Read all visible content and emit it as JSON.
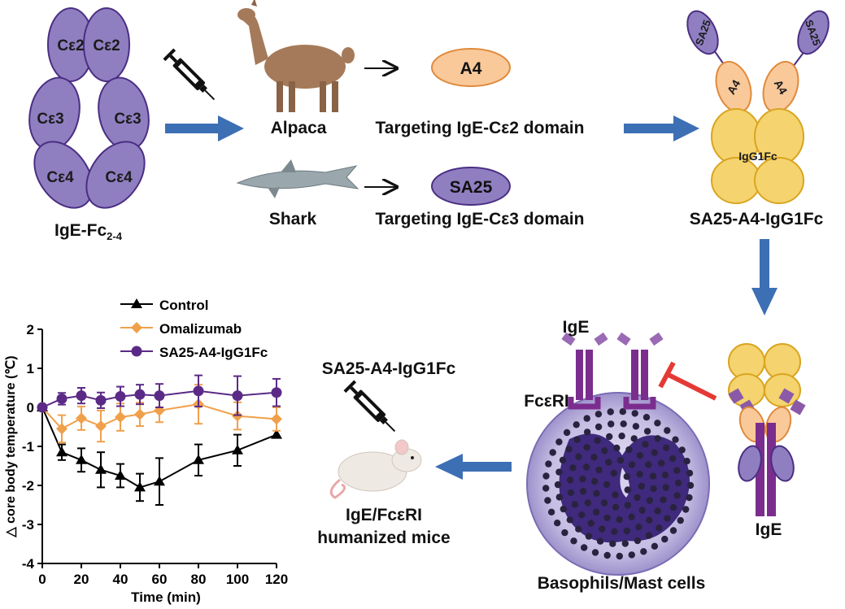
{
  "left_panel": {
    "domains": {
      "ce2": "Cε2",
      "ce3": "Cε3",
      "ce4": "Cε4"
    },
    "caption": "IgE-Fc",
    "caption_sub": "2-4"
  },
  "sources": {
    "alpaca_label": "Alpaca",
    "shark_label": "Shark",
    "nanobody_a4": "A4",
    "nanobody_sa25": "SA25",
    "target_ce2": "Targeting IgE-Cε2 domain",
    "target_ce3": "Targeting IgE-Cε3 domain"
  },
  "construct": {
    "sa25": "SA25",
    "a4": "A4",
    "fc": "IgG1Fc",
    "name": "SA25-A4-IgG1Fc"
  },
  "cell_panel": {
    "ige_top": "IgE",
    "receptor": "FcεRI",
    "cell": "Basophils/Mast cells",
    "ige_right": "IgE"
  },
  "mouse_panel": {
    "drug": "SA25-A4-IgG1Fc",
    "mice_line1": "IgE/FcεRI",
    "mice_line2": "humanized mice"
  },
  "colors": {
    "domain_fill": "#8f7fc1",
    "domain_stroke": "#4b2e83",
    "a4_fill": "#f9c99a",
    "a4_stroke": "#e08a3c",
    "fc_fill": "#f5d36e",
    "fc_stroke": "#d9a520",
    "arrow_blue": "#3d6fb4",
    "receptor_purple": "#7b2d8e",
    "cell_fill": "#cbc4e6",
    "nucleus": "#3f2a7d",
    "control": "#000000",
    "omalizumab": "#f0a04b",
    "sa25_series": "#5b2a86",
    "inhibit_red": "#e53935"
  },
  "chart_data": {
    "type": "line",
    "xlabel": "Time (min)",
    "ylabel": "△ core body temperature (℃)",
    "xlim": [
      0,
      120
    ],
    "ylim": [
      -4,
      2
    ],
    "xticks": [
      "0",
      "20",
      "40",
      "60",
      "80",
      "100",
      "120"
    ],
    "yticks": [
      "2",
      "1",
      "0",
      "-1",
      "-2",
      "-3",
      "-4"
    ],
    "legend_position": "top",
    "series": [
      {
        "name": "Control",
        "marker": "triangle",
        "color": "#000000",
        "x": [
          0,
          10,
          20,
          30,
          40,
          50,
          60,
          80,
          100,
          120
        ],
        "y": [
          0,
          -1.15,
          -1.35,
          -1.6,
          -1.75,
          -2.05,
          -1.9,
          -1.35,
          -1.1,
          -0.7
        ],
        "err": [
          0,
          0.2,
          0.3,
          0.45,
          0.3,
          0.35,
          0.6,
          0.4,
          0.4,
          0
        ]
      },
      {
        "name": "Omalizumab",
        "marker": "diamond",
        "color": "#f0a04b",
        "x": [
          0,
          10,
          20,
          30,
          40,
          50,
          60,
          80,
          100,
          120
        ],
        "y": [
          0,
          -0.55,
          -0.28,
          -0.48,
          -0.25,
          -0.18,
          -0.08,
          0.08,
          -0.22,
          -0.3
        ],
        "err": [
          0,
          0.35,
          0.3,
          0.4,
          0.35,
          0.3,
          0.3,
          0.5,
          0.35,
          0.3
        ]
      },
      {
        "name": "SA25-A4-IgG1Fc",
        "marker": "circle",
        "color": "#5b2a86",
        "x": [
          0,
          10,
          20,
          30,
          40,
          50,
          60,
          80,
          100,
          120
        ],
        "y": [
          0,
          0.22,
          0.3,
          0.18,
          0.28,
          0.33,
          0.3,
          0.42,
          0.3,
          0.38
        ],
        "err": [
          0,
          0.15,
          0.2,
          0.2,
          0.25,
          0.25,
          0.3,
          0.4,
          0.5,
          0.35
        ]
      }
    ]
  }
}
